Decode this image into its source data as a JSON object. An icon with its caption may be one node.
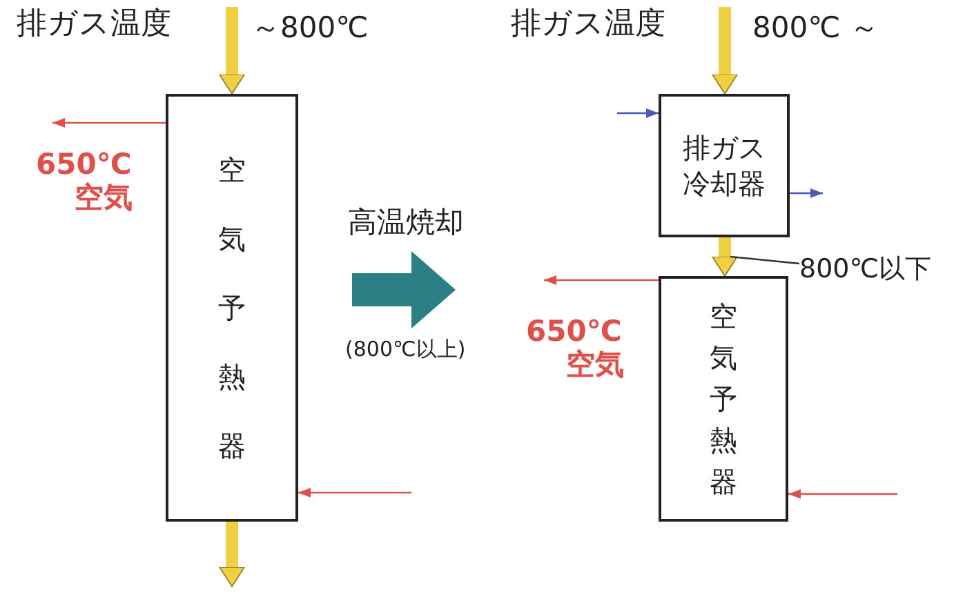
{
  "diagram": {
    "nodes": [
      {
        "text": [
          "空気予熱器"
        ]
      },
      {
        "text": [
          "排ガス冷却器"
        ]
      },
      {
        "text": [
          "空気予熱器"
        ]
      },
      {
        "text": [
          "800℃以下"
        ]
      }
    ],
    "edges": [
      {
        "from": null,
        "to": 0,
        "arrow": "to",
        "style": "thick"
      },
      {
        "from": 0,
        "to": null,
        "arrow": "to",
        "style": "thick"
      },
      {
        "from": 0,
        "to": null,
        "arrow": "to",
        "color": "#e0504a"
      },
      {
        "from": null,
        "to": 0,
        "arrow": "to",
        "color": "#e0504a"
      },
      {
        "from": null,
        "to": 1,
        "arrow": "to",
        "style": "thick"
      },
      {
        "from": 1,
        "to": 2,
        "arrow": "to",
        "style": "thick"
      },
      {
        "from": null,
        "to": 1,
        "arrow": "to",
        "color": "#4a5ab8"
      },
      {
        "from": 1,
        "to": null,
        "arrow": "to",
        "color": "#4a5ab8"
      },
      {
        "from": 2,
        "to": null,
        "arrow": "to",
        "color": "#e0504a"
      },
      {
        "from": null,
        "to": 2,
        "arrow": "to",
        "color": "#e0504a"
      },
      {
        "from": 3,
        "to": null,
        "arrow": "none",
        "color": "#333333"
      }
    ],
    "labels": [
      "排ガス温度",
      "～800℃",
      "排ガス温度",
      "800℃ ～",
      "650℃",
      "空気",
      "高温焼却",
      "(800℃以上)",
      "650℃",
      "空気"
    ]
  }
}
